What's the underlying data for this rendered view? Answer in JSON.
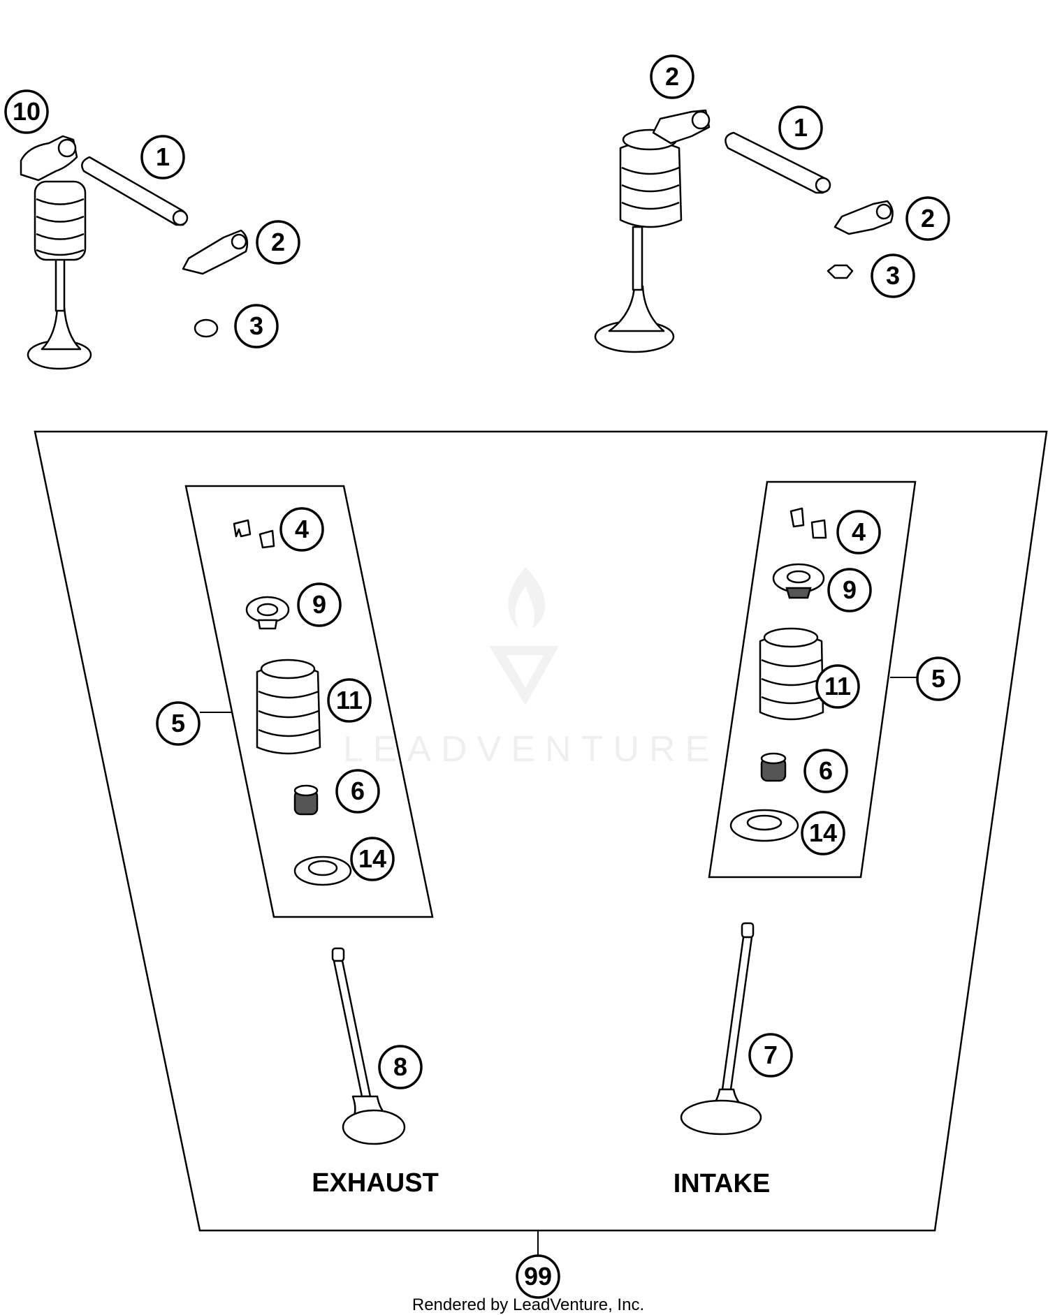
{
  "callouts": {
    "tl_10": "10",
    "tl_1": "1",
    "tl_2": "2",
    "tl_3": "3",
    "tr_2a": "2",
    "tr_1": "1",
    "tr_2b": "2",
    "tr_3": "3",
    "ex_4": "4",
    "ex_9": "9",
    "ex_11": "11",
    "ex_5": "5",
    "ex_6": "6",
    "ex_14": "14",
    "ex_8": "8",
    "in_4": "4",
    "in_9": "9",
    "in_11": "11",
    "in_5": "5",
    "in_6": "6",
    "in_14": "14",
    "in_7": "7",
    "kit_99": "99"
  },
  "labels": {
    "exhaust": "EXHAUST",
    "intake": "INTAKE"
  },
  "watermark": "LEADVENTURE",
  "credit": "Rendered by LeadVenture, Inc."
}
